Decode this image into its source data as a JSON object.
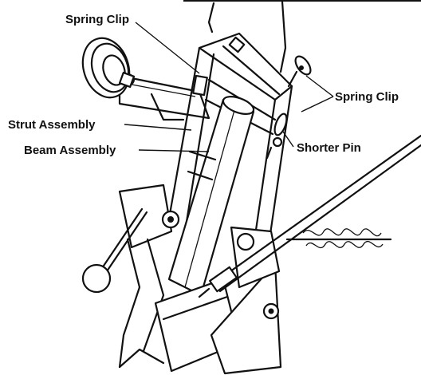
{
  "labels": {
    "spring_clip_top": "Spring Clip",
    "spring_clip_right": "Spring Clip",
    "strut_assembly": "Strut Assembly",
    "beam_assembly": "Beam Assembly",
    "shorter_pin": "Shorter Pin"
  },
  "colors": {
    "ink": "#111111",
    "paper": "#ffffff"
  }
}
